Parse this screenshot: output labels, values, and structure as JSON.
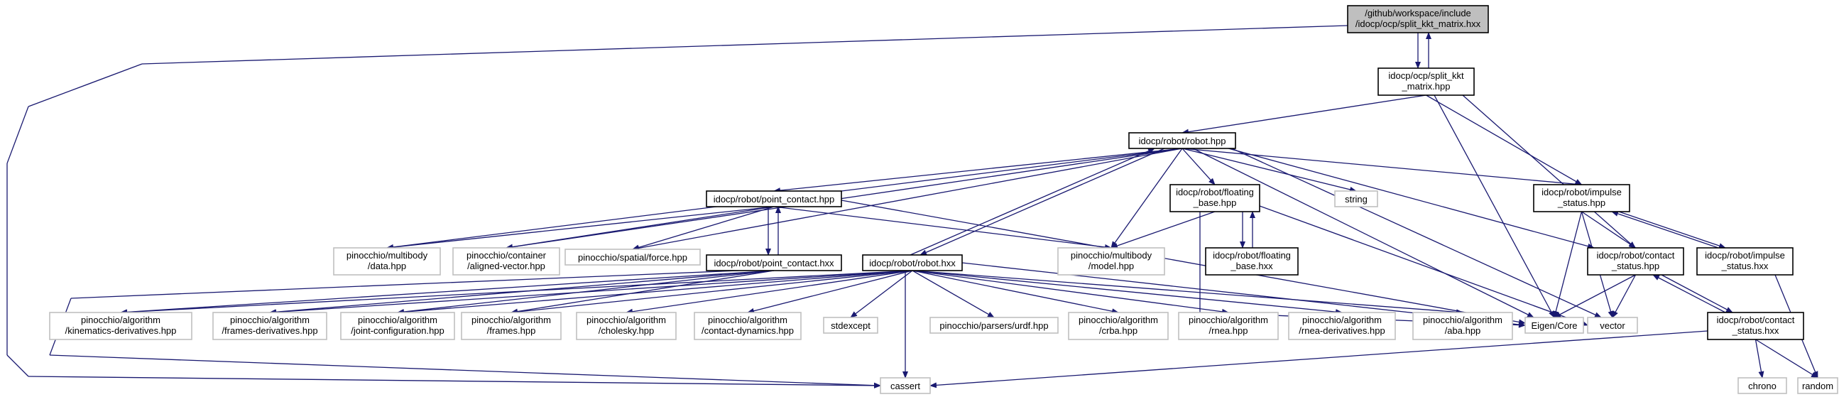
{
  "graph": {
    "root": {
      "line1": "/github/workspace/include",
      "line2": "/idocp/ocp/split_kkt_matrix.hxx"
    },
    "split_kkt": {
      "line1": "idocp/ocp/split_kkt",
      "line2": "_matrix.hpp"
    },
    "robot_hpp": {
      "line1": "idocp/robot/robot.hpp"
    },
    "point_contact_hpp": {
      "line1": "idocp/robot/point_contact.hpp"
    },
    "point_contact_hxx": {
      "line1": "idocp/robot/point_contact.hxx"
    },
    "robot_hxx": {
      "line1": "idocp/robot/robot.hxx"
    },
    "floating_base_hpp": {
      "line1": "idocp/robot/floating",
      "line2": "_base.hpp"
    },
    "floating_base_hxx": {
      "line1": "idocp/robot/floating",
      "line2": "_base.hxx"
    },
    "impulse_status_hpp": {
      "line1": "idocp/robot/impulse",
      "line2": "_status.hpp"
    },
    "contact_status_hpp": {
      "line1": "idocp/robot/contact",
      "line2": "_status.hpp"
    },
    "impulse_status_hxx": {
      "line1": "idocp/robot/impulse",
      "line2": "_status.hxx"
    },
    "contact_status_hxx": {
      "line1": "idocp/robot/contact",
      "line2": "_status.hxx"
    },
    "string": {
      "line1": "string"
    },
    "vector": {
      "line1": "vector"
    },
    "eigen_core": {
      "line1": "Eigen/Core"
    },
    "cassert": {
      "line1": "cassert"
    },
    "chrono": {
      "line1": "chrono"
    },
    "random": {
      "line1": "random"
    },
    "stdexcept": {
      "line1": "stdexcept"
    },
    "multibody_data": {
      "line1": "pinocchio/multibody",
      "line2": "/data.hpp"
    },
    "aligned_vector": {
      "line1": "pinocchio/container",
      "line2": "/aligned-vector.hpp"
    },
    "spatial_force": {
      "line1": "pinocchio/spatial/force.hpp"
    },
    "multibody_model": {
      "line1": "pinocchio/multibody",
      "line2": "/model.hpp"
    },
    "kinematics_derivatives": {
      "line1": "pinocchio/algorithm",
      "line2": "/kinematics-derivatives.hpp"
    },
    "frames_derivatives": {
      "line1": "pinocchio/algorithm",
      "line2": "/frames-derivatives.hpp"
    },
    "joint_configuration": {
      "line1": "pinocchio/algorithm",
      "line2": "/joint-configuration.hpp"
    },
    "frames": {
      "line1": "pinocchio/algorithm",
      "line2": "/frames.hpp"
    },
    "cholesky": {
      "line1": "pinocchio/algorithm",
      "line2": "/cholesky.hpp"
    },
    "contact_dynamics": {
      "line1": "pinocchio/algorithm",
      "line2": "/contact-dynamics.hpp"
    },
    "urdf": {
      "line1": "pinocchio/parsers/urdf.hpp"
    },
    "crba": {
      "line1": "pinocchio/algorithm",
      "line2": "/crba.hpp"
    },
    "rnea": {
      "line1": "pinocchio/algorithm",
      "line2": "/rnea.hpp"
    },
    "rnea_derivatives": {
      "line1": "pinocchio/algorithm",
      "line2": "/rnea-derivatives.hpp"
    },
    "aba": {
      "line1": "pinocchio/algorithm",
      "line2": "/aba.hpp"
    }
  },
  "colors": {
    "edge": "#191970",
    "internal_border": "#000000",
    "external_border": "#bfbfbf",
    "root_fill": "#bfbfbf"
  }
}
